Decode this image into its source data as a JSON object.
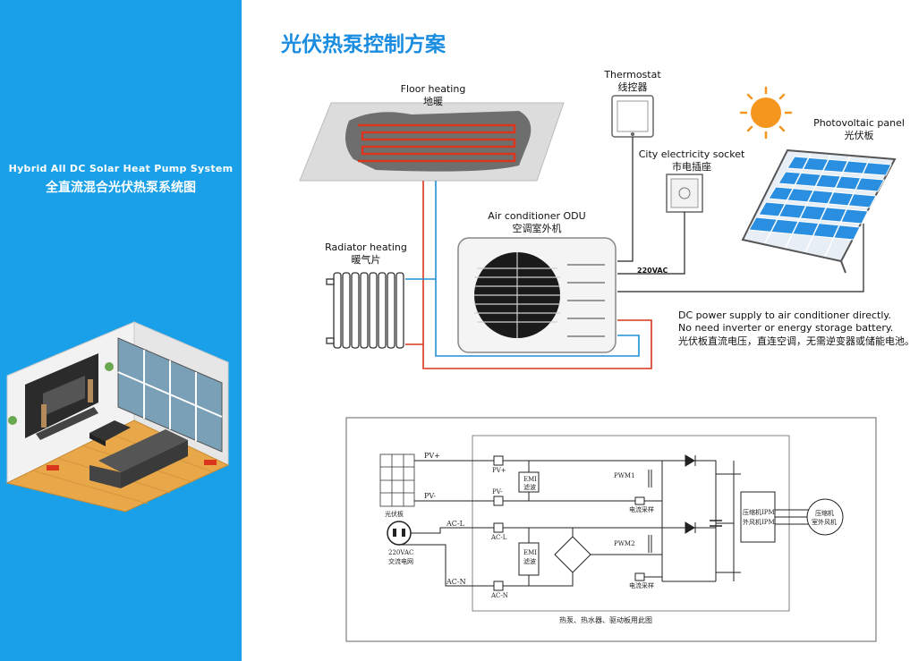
{
  "page_title": "光伏热泵控制方案",
  "sidebar": {
    "title_en": "Hybrid All DC Solar Heat Pump System",
    "title_cn": "全直流混合光伏热泵系统图"
  },
  "labels": {
    "floor_en": "Floor heating",
    "floor_cn": "地暖",
    "thermostat_en": "Thermostat",
    "thermostat_cn": "线控器",
    "pv_en": "Photovoltaic panel",
    "pv_cn": "光伏板",
    "socket_en": "City electricity socket",
    "socket_cn": "市电插座",
    "odu_en": "Air conditioner ODU",
    "odu_cn": "空调室外机",
    "radiator_en": "Radiator heating",
    "radiator_cn": "暖气片",
    "vac": "220VAC"
  },
  "note": {
    "line1": "DC power supply to air conditioner directly.",
    "line2": "No need inverter or energy storage battery.",
    "line3": "光伏板直流电压，直连空调，无需逆变器或储能电池。"
  },
  "circuit": {
    "pv_plus": "PV+",
    "pv_minus": "PV-",
    "ac_l": "AC-L",
    "ac_n": "AC-N",
    "t_pv_plus": "PV+",
    "t_pv_minus": "PV-",
    "t_ac_l": "AC-L",
    "t_ac_n": "AC-N",
    "pv_panel": "光伏板",
    "vac": "220VAC",
    "grid": "交流电网",
    "emi": "EMI",
    "filter": "滤波",
    "pwm1": "PWM1",
    "pwm2": "PWM2",
    "current_sample1": "电流采样",
    "current_sample2": "电流采样",
    "ipm1": "压缩机IPM",
    "ipm2": "外风机IPM",
    "motor1": "压缩机",
    "motor2": "室外风机",
    "caption": "热泵、热水器、驱动板用此图"
  },
  "colors": {
    "sidebar": "#1aa0e8",
    "title": "#1a8de0",
    "hot_pipe": "#d9361b",
    "cold_pipe": "#1e90d6",
    "sun": "#f5961e",
    "panel": "#2a8fe0"
  }
}
